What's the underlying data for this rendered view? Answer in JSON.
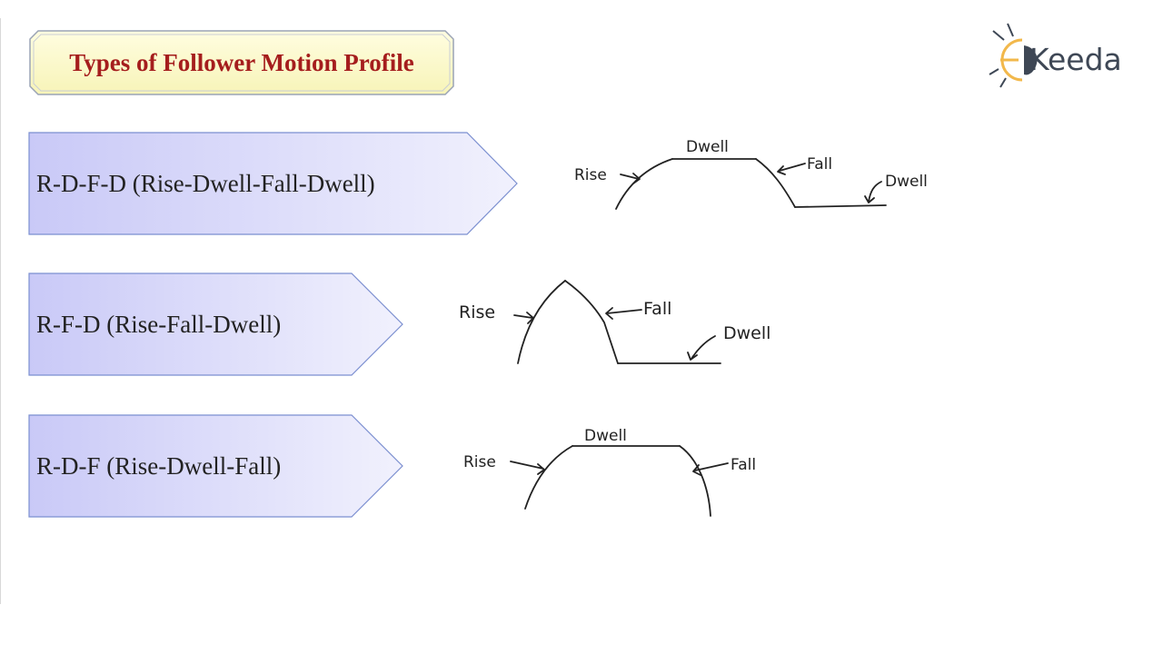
{
  "title": "Types of Follower Motion Profile",
  "brand": {
    "name": "Keeda",
    "accent_color": "#f2b84b",
    "icon": "ekeeda-bug-icon"
  },
  "profiles": [
    {
      "label": "R-D-F-D (Rise-Dwell-Fall-Dwell)",
      "sketch": {
        "rise": "Rise",
        "dwell_top": "Dwell",
        "fall": "Fall",
        "dwell_bottom": "Dwell"
      }
    },
    {
      "label": "R-F-D (Rise-Fall-Dwell)",
      "sketch": {
        "rise": "Rise",
        "fall": "Fall",
        "dwell_bottom": "Dwell"
      }
    },
    {
      "label": "R-D-F (Rise-Dwell-Fall)",
      "sketch": {
        "rise": "Rise",
        "dwell_top": "Dwell",
        "fall": "Fall"
      }
    }
  ],
  "colors": {
    "title_text": "#a51d1d",
    "title_fill": "#fdfccf",
    "arrow_fill_start": "#c9c9f7",
    "arrow_fill_end": "#f1f1fd",
    "arrow_border": "#7b8fd0"
  }
}
